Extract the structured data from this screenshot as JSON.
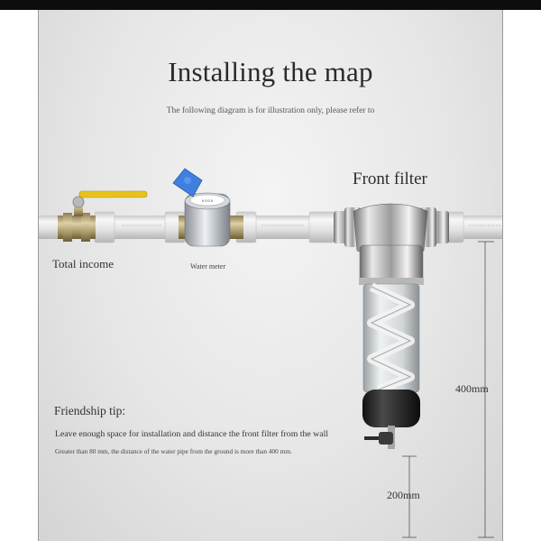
{
  "heading": {
    "title": "Installing the map",
    "subtitle": "The following diagram is for illustration only, please refer to"
  },
  "labels": {
    "front_filter": "Front filter",
    "total_income": "Total income",
    "water_meter": "Water meter"
  },
  "tip": {
    "title": "Friendship tip:",
    "line1": "Leave enough space for installation and distance the front filter from the wall",
    "line2": "Greater than 80 mm, the distance of the water pipe from the ground is more than 400 mm."
  },
  "dimensions": {
    "height_label": "400mm",
    "ground_label": "200mm"
  },
  "icons": [
    "ball-valve-icon",
    "water-meter-icon",
    "front-filter-icon",
    "drain-valve-icon"
  ],
  "colors": {
    "valve_handle": "#e8c21a",
    "meter_cap": "#3f7fe0",
    "pipe": "#dcdcdc",
    "topbar": "#0d0d0d"
  }
}
